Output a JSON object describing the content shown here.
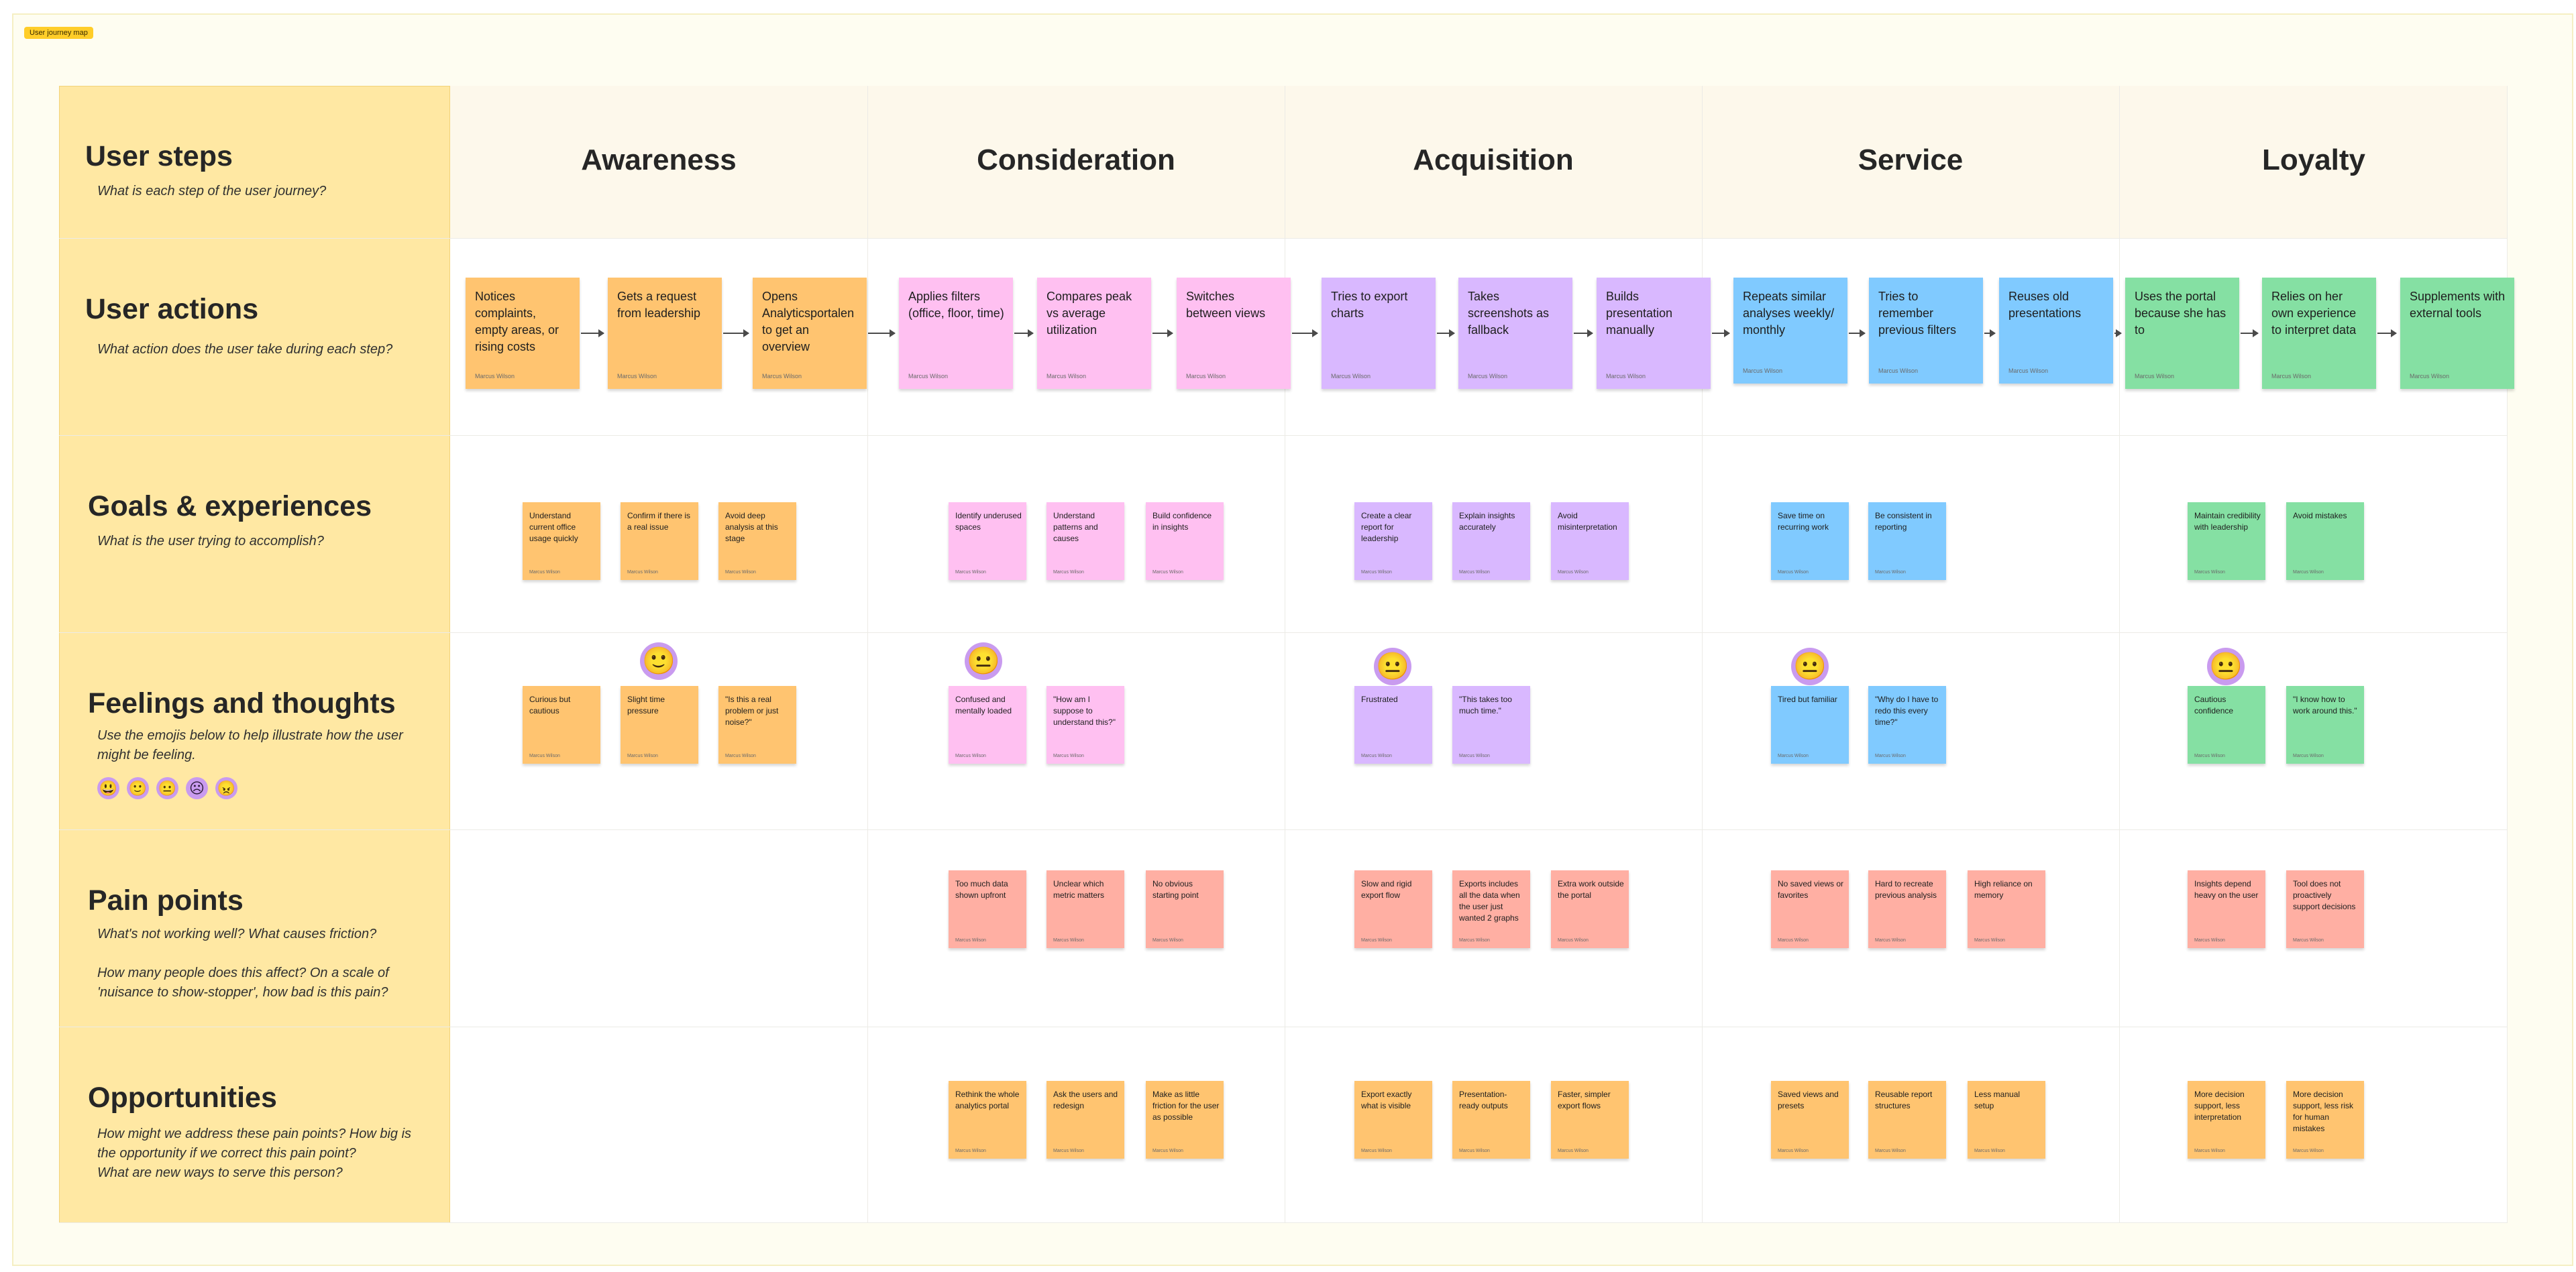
{
  "frame_tag": "User journey map",
  "rows": {
    "steps": {
      "title": "User steps",
      "subtitle": "What is each step of the user journey?"
    },
    "actions": {
      "title": "User actions",
      "subtitle": "What action does the user take during each step?"
    },
    "goals": {
      "title": "Goals & experiences",
      "subtitle": "What is the user trying to accomplish?"
    },
    "feelings": {
      "title": "Feelings and thoughts",
      "subtitle": "Use the emojis below to help illustrate how the user might be feeling.",
      "emojis": [
        "😃",
        "🙂",
        "😐",
        "☹",
        "😠"
      ]
    },
    "pains": {
      "title": "Pain points",
      "subtitle": "What's not working well? What causes friction?",
      "subtitle2": "How many people does this affect? On a scale of 'nuisance to show-stopper', how bad is this pain?"
    },
    "opps": {
      "title": "Opportunities",
      "subtitle": "How might we address these pain points? How big is the opportunity if we correct this pain point?",
      "subtitle2": "What are new ways to serve this person?"
    }
  },
  "stages": [
    "Awareness",
    "Consideration",
    "Acquisition",
    "Service",
    "Loyalty"
  ],
  "author": "Marcus Wilson",
  "actions": [
    "Notices complaints, empty areas, or rising costs",
    "Gets a request from leadership",
    "Opens Analyticsportalen to get an overview",
    "Applies filters (office, floor, time)",
    "Compares peak vs average utilization",
    "Switches between views",
    "Tries to export charts",
    "Takes screenshots as fallback",
    "Builds presentation manually",
    "Repeats similar analyses weekly/ monthly",
    "Tries to remember previous filters",
    "Reuses old presentations",
    "Uses the portal because she has to",
    "Relies on her own experience to interpret data",
    "Supplements with external tools"
  ],
  "goals": [
    "Understand current office usage quickly",
    "Confirm if there is a real issue",
    "Avoid deep analysis at this stage",
    "Identify underused spaces",
    "Understand patterns and causes",
    "Build confidence in insights",
    "Create a clear report for leadership",
    "Explain insights accurately",
    "Avoid misinterpretation",
    "Save time on recurring work",
    "Be consistent in reporting",
    "Maintain credibility with leadership",
    "Avoid mistakes"
  ],
  "feelings": [
    "Curious but cautious",
    "Slight time pressure",
    "\"Is this a real problem or just noise?\"",
    "Confused and mentally loaded",
    "\"How am I suppose to understand this?\"",
    "Frustrated",
    "\"This takes too much time.\"",
    "Tired but familiar",
    "\"Why do I have to redo this every time?\"",
    "Cautious confidence",
    "\"I know how to work around this.\""
  ],
  "faces": [
    "🙂",
    "😐",
    "😐",
    "😐",
    "😐"
  ],
  "pains": [
    "Too much data shown upfront",
    "Unclear which metric matters",
    "No obvious starting point",
    "Slow and rigid export flow",
    "Exports includes all the data when the user just wanted 2 graphs",
    "Extra work outside the portal",
    "No saved views or favorites",
    "Hard to recreate previous analysis",
    "High reliance on memory",
    "Insights depend heavy on the user",
    "Tool does not proactively support decisions"
  ],
  "opps": [
    "Rethink the whole analytics portal",
    "Ask the users and redesign",
    "Make as little friction for the user as possible",
    "Export exactly what is visible",
    "Presentation-ready outputs",
    "Faster, simpler export flows",
    "Saved views and presets",
    "Reusable report structures",
    "Less manual setup",
    "More decision support, less interpretation",
    "More decision support, less risk for human mistakes"
  ],
  "colors": {
    "orange": "#ffc470",
    "pink": "#ffc0f1",
    "purple": "#d9b8ff",
    "blue": "#80caff",
    "green": "#85e0a3",
    "red": "#ffafa3",
    "row_label_bg": "#ffe8a3",
    "emoji": "#c99bef"
  }
}
